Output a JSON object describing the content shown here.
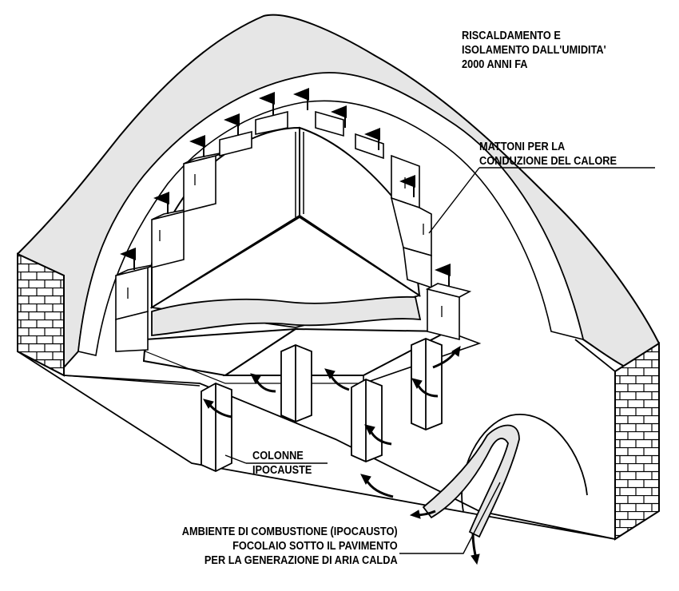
{
  "title_lines": [
    "RISCALDAMENTO E",
    "ISOLAMENTO DALL'UMIDITA'",
    "2000 ANNI FA"
  ],
  "labels": {
    "mattoni": [
      "MATTONI PER LA",
      "CONDUZIONE DEL CALORE"
    ],
    "colonne": [
      "COLONNE",
      "IPOCAUSTE"
    ],
    "ambiente": [
      "AMBIENTE DI COMBUSTIONE (IPOCAUSTO)",
      "FOCOLAIO SOTTO IL PAVIMENTO",
      "PER LA GENERAZIONE DI ARIA CALDA"
    ]
  },
  "colors": {
    "line": "#000000",
    "earth": "#e6e6e6",
    "paper": "#ffffff"
  }
}
